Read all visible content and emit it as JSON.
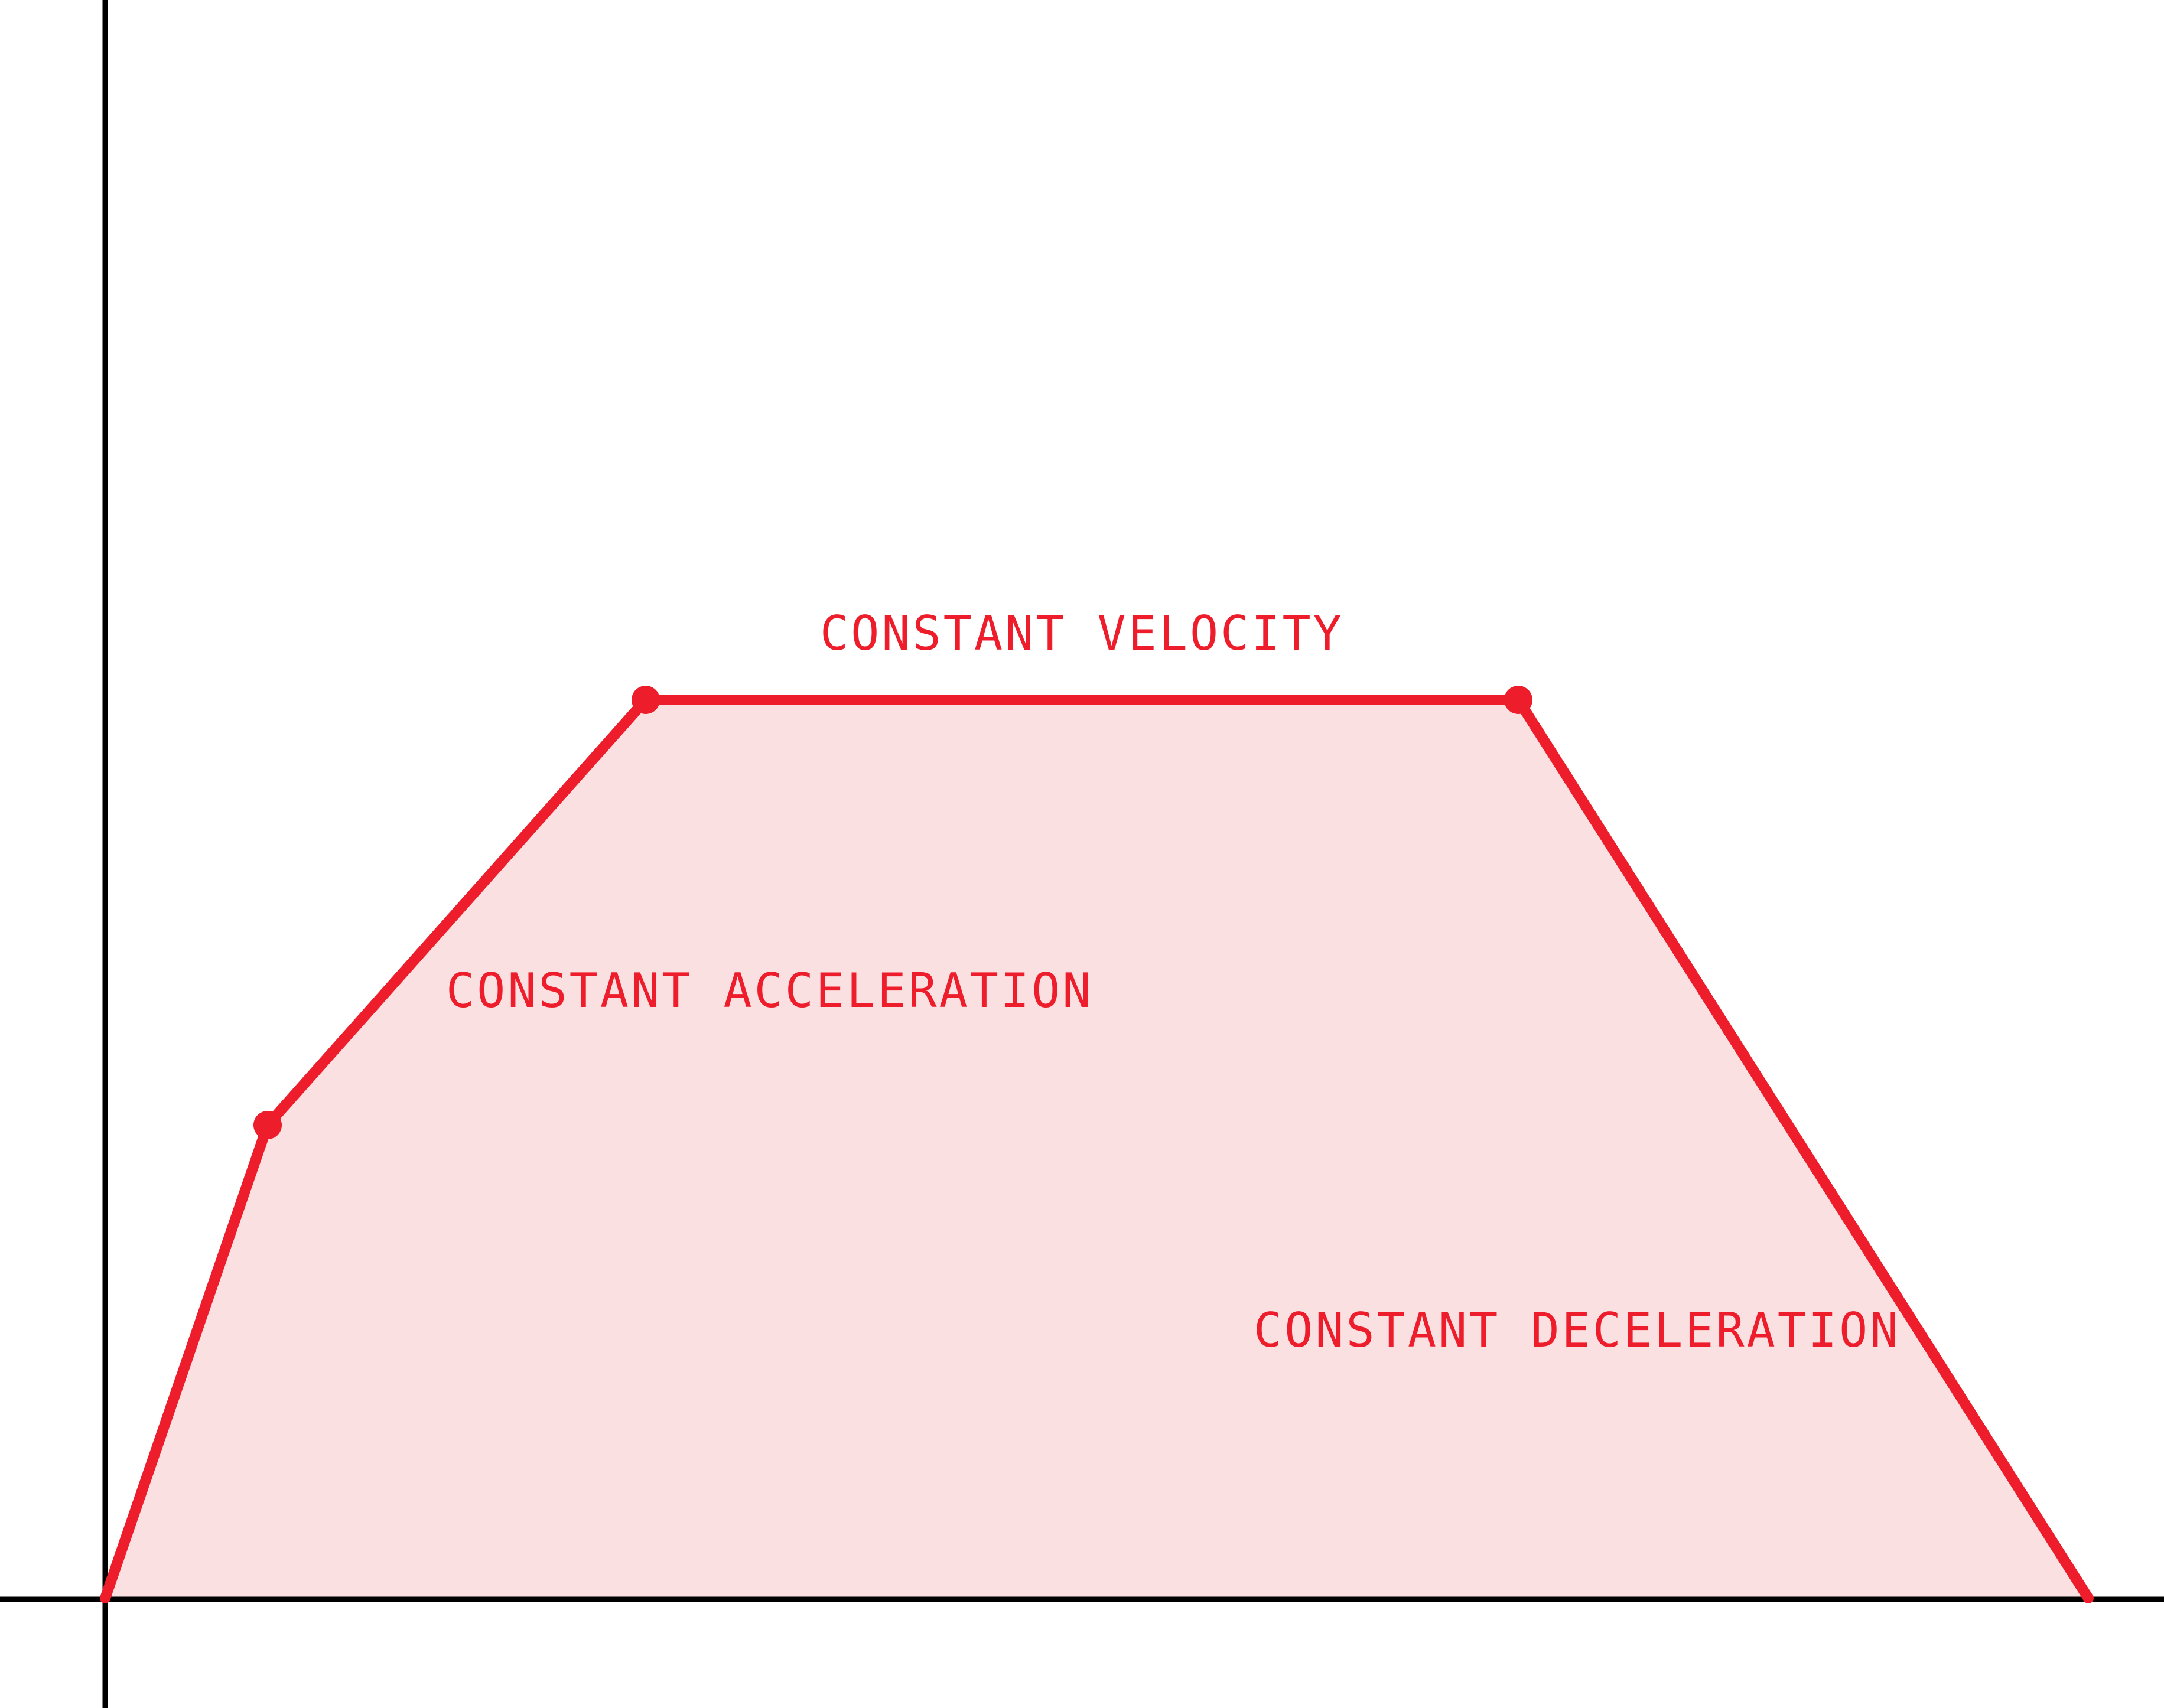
{
  "colors": {
    "background": "#ffffff",
    "axis": "#000000",
    "profile_line": "#ee1d2b",
    "profile_fill": "#fbe0e2",
    "label_text": "#ee1d2b"
  },
  "labels": {
    "constant_velocity": "CONSTANT VELOCITY",
    "constant_acceleration": "CONSTANT ACCELERATION",
    "constant_deceleration": "CONSTANT DECELERATION"
  },
  "icons": {
    "vertex_marker": "filled-circle"
  }
}
